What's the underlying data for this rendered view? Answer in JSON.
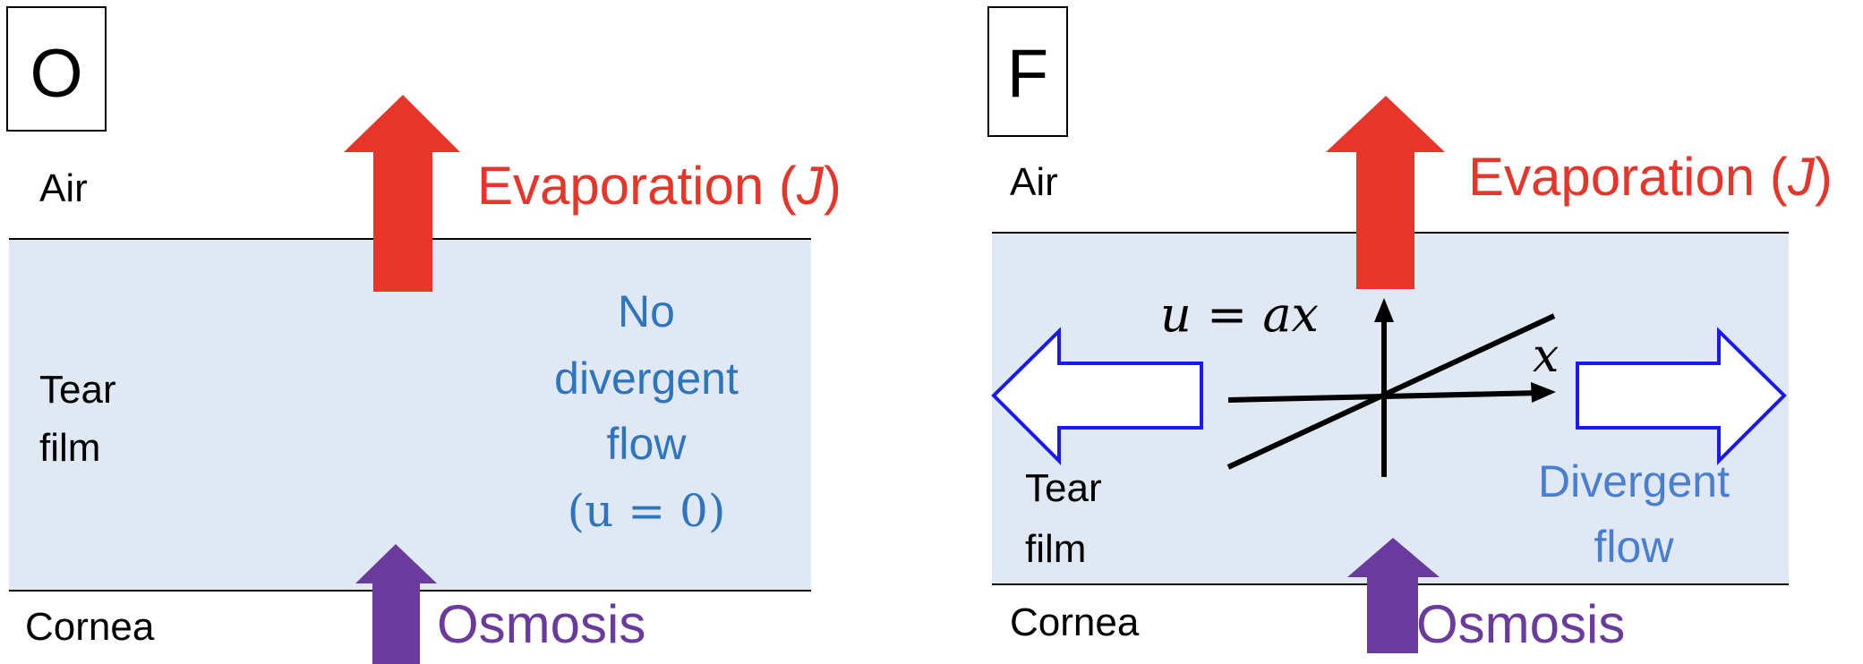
{
  "panels": {
    "left": {
      "label": "O",
      "air": "Air",
      "tear_line1": "Tear",
      "tear_line2": "film",
      "cornea": "Cornea",
      "evaporation": "Evaporation (",
      "evaporation_symbol": "J",
      "evaporation_close": ")",
      "osmosis": "Osmosis",
      "flow_line1": "No",
      "flow_line2": "divergent",
      "flow_line3": "flow",
      "flow_line4": "(u = 0)"
    },
    "right": {
      "label": "F",
      "air": "Air",
      "tear_line1": "Tear",
      "tear_line2": "film",
      "cornea": "Cornea",
      "evaporation": "Evaporation (",
      "evaporation_symbol": "J",
      "evaporation_close": ")",
      "osmosis": "Osmosis",
      "velocity_eq": "u = ax",
      "x_axis_label": "x",
      "flow_line1": "Divergent",
      "flow_line2": "flow"
    }
  },
  "colors": {
    "tear_film_fill": "#dfe8f3",
    "evaporation": "#e8352a",
    "osmosis": "#6a3b9c",
    "flow_text": "#2e75c0",
    "divergent_text": "#4a7ed0",
    "flow_arrow_stroke": "#1a1aee"
  }
}
